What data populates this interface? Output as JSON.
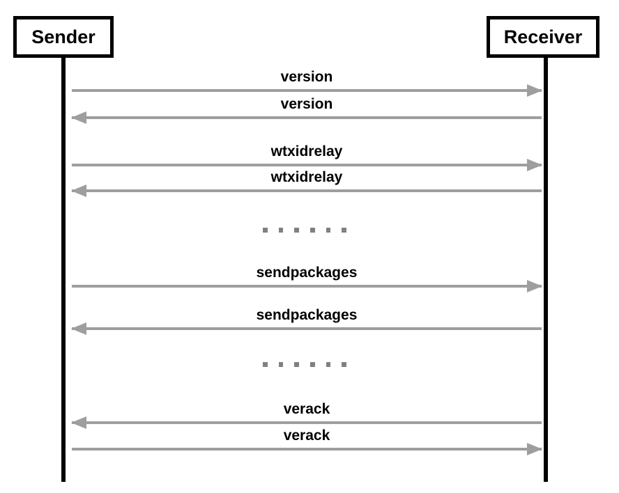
{
  "diagram": {
    "type": "sequence-diagram",
    "background_color": "#ffffff",
    "line_color": "#9e9e9e",
    "text_color": "#000000",
    "lifeline_color": "#000000",
    "participants": [
      {
        "id": "sender",
        "label": "Sender"
      },
      {
        "id": "receiver",
        "label": "Receiver"
      }
    ],
    "messages": [
      {
        "index": 0,
        "label": "version",
        "from": "sender",
        "to": "receiver",
        "direction": "right"
      },
      {
        "index": 1,
        "label": "version",
        "from": "receiver",
        "to": "sender",
        "direction": "left"
      },
      {
        "index": 2,
        "label": "wtxidrelay",
        "from": "sender",
        "to": "receiver",
        "direction": "right"
      },
      {
        "index": 3,
        "label": "wtxidrelay",
        "from": "receiver",
        "to": "sender",
        "direction": "left"
      },
      {
        "index": 4,
        "label": "sendpackages",
        "from": "sender",
        "to": "receiver",
        "direction": "right"
      },
      {
        "index": 5,
        "label": "sendpackages",
        "from": "receiver",
        "to": "sender",
        "direction": "left"
      },
      {
        "index": 6,
        "label": "verack",
        "from": "receiver",
        "to": "sender",
        "direction": "left"
      },
      {
        "index": 7,
        "label": "verack",
        "from": "sender",
        "to": "receiver",
        "direction": "right"
      }
    ],
    "ellipsis": [
      {
        "index": 0,
        "dots": 6,
        "dot_color": "#808080"
      },
      {
        "index": 1,
        "dots": 6,
        "dot_color": "#808080"
      }
    ]
  }
}
